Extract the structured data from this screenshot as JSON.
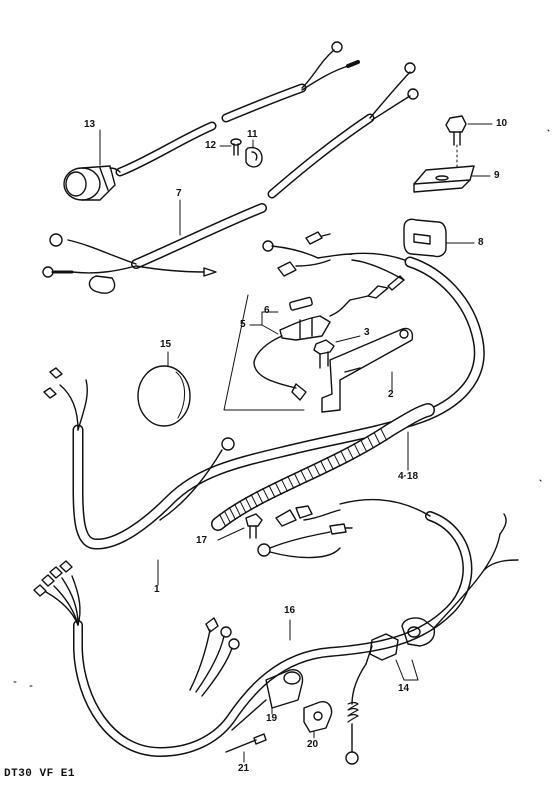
{
  "diagram": {
    "footer_code": "DT30 VF E1",
    "callouts": {
      "p1": "1",
      "p2": "2",
      "p3": "3",
      "p4_18": "4·18",
      "p5": "5",
      "p6": "6",
      "p7": "7",
      "p8": "8",
      "p9": "9",
      "p10": "10",
      "p11": "11",
      "p12": "12",
      "p13": "13",
      "p14": "14",
      "p15": "15",
      "p16": "16",
      "p17": "17",
      "p19": "19",
      "p20": "20",
      "p21": "21"
    }
  }
}
